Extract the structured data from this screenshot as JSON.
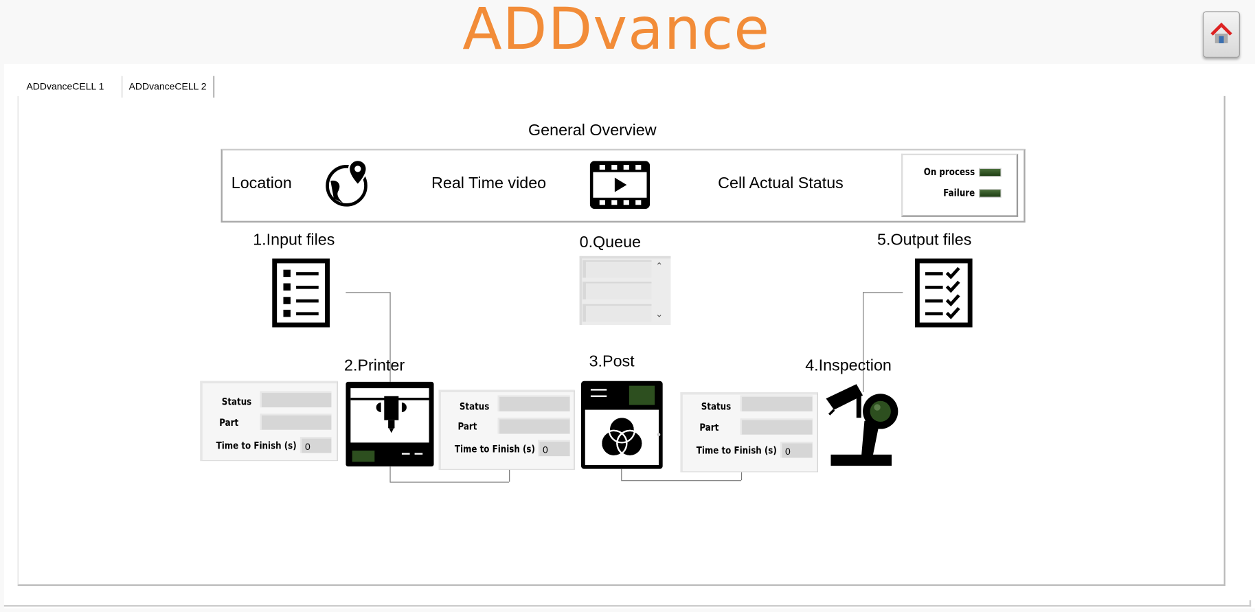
{
  "app": {
    "logo_text": "ADDvance",
    "home_icon": "home-icon"
  },
  "tabs": [
    {
      "label": "ADDvanceCELL 1",
      "active": true
    },
    {
      "label": "ADDvanceCELL 2",
      "active": false
    }
  ],
  "overview": {
    "title": "General Overview",
    "location_label": "Location",
    "video_label": "Real Time video",
    "status_label": "Cell Actual Status",
    "indicators": [
      {
        "label": "On process",
        "on": false
      },
      {
        "label": "Failure",
        "on": false
      }
    ]
  },
  "stages": {
    "input": {
      "label": "1.Input files"
    },
    "queue": {
      "label": "0.Queue",
      "items": [
        "",
        "",
        ""
      ]
    },
    "output": {
      "label": "5.Output files"
    },
    "printer": {
      "label": "2.Printer",
      "status_label": "Status",
      "status": "",
      "part_label": "Part",
      "part": "",
      "time_label": "Time to Finish (s)",
      "time": "0"
    },
    "post": {
      "label": "3.Post",
      "status_label": "Status",
      "status": "",
      "part_label": "Part",
      "part": "",
      "time_label": "Time to Finish (s)",
      "time": "0"
    },
    "inspection": {
      "label": "4.Inspection",
      "status_label": "Status",
      "status": "",
      "part_label": "Part",
      "part": "",
      "time_label": "Time to Finish (s)",
      "time": "0"
    }
  },
  "colors": {
    "brand": "#f28c38",
    "led_off": "#2b4d1e"
  }
}
